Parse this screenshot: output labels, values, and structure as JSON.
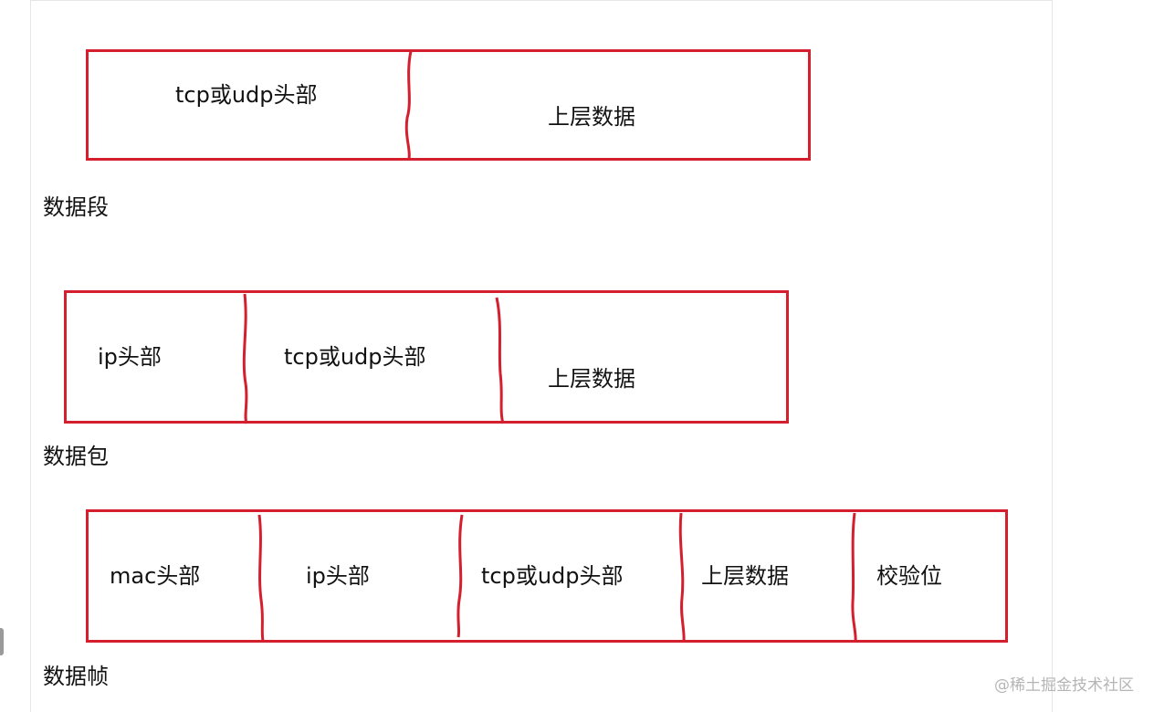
{
  "accent_color": "#d4202e",
  "segment": {
    "caption": "数据段",
    "fields": [
      "tcp或udp头部",
      "上层数据"
    ]
  },
  "packet": {
    "caption": "数据包",
    "fields": [
      "ip头部",
      "tcp或udp头部",
      "上层数据"
    ]
  },
  "frame": {
    "caption": "数据帧",
    "fields": [
      "mac头部",
      "ip头部",
      "tcp或udp头部",
      "上层数据",
      "校验位"
    ]
  },
  "watermark": "@稀土掘金技术社区"
}
